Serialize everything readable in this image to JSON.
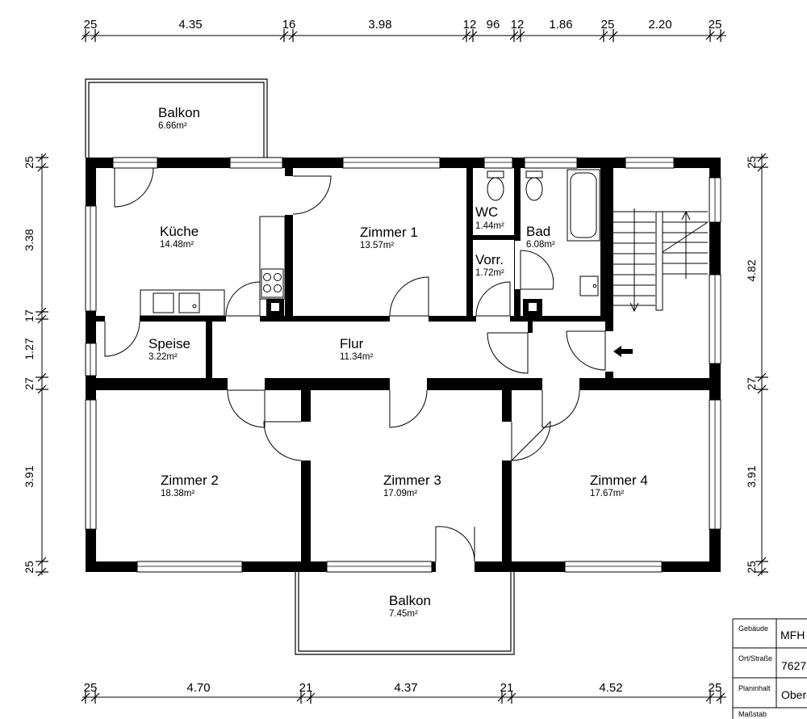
{
  "rooms": {
    "balkon_top": {
      "name": "Balkon",
      "area": "6.66m²"
    },
    "kueche": {
      "name": "Küche",
      "area": "14.48m²"
    },
    "zimmer1": {
      "name": "Zimmer 1",
      "area": "13.57m²"
    },
    "wc": {
      "name": "WC",
      "area": "1.44m²"
    },
    "bad": {
      "name": "Bad",
      "area": "6.08m²"
    },
    "vorr": {
      "name": "Vorr.",
      "area": "1.72m²"
    },
    "speise": {
      "name": "Speise",
      "area": "3.22m²"
    },
    "flur": {
      "name": "Flur",
      "area": "11.34m²"
    },
    "zimmer2": {
      "name": "Zimmer 2",
      "area": "18.38m²"
    },
    "zimmer3": {
      "name": "Zimmer 3",
      "area": "17.09m²"
    },
    "zimmer4": {
      "name": "Zimmer 4",
      "area": "17.67m²"
    },
    "balkon_bottom": {
      "name": "Balkon",
      "area": "7.45m²"
    }
  },
  "dimensions": {
    "top": [
      "25",
      "4.35",
      "16",
      "3.98",
      "12",
      "96",
      "12",
      "1.86",
      "25",
      "2.20",
      "25"
    ],
    "bottom": [
      "25",
      "4.70",
      "21",
      "4.37",
      "21",
      "4.52",
      "25"
    ],
    "left": [
      "25",
      "3.38",
      "17",
      "1.27",
      "27",
      "3.91",
      "25"
    ],
    "right": [
      "25",
      "4.82",
      "27",
      "3.91",
      "25"
    ]
  },
  "title_block": {
    "gebaeude_label": "Gebäude",
    "gebaeude_value": "MFH",
    "ort_label": "Ort/Straße",
    "ort_value": "7627",
    "planinhalt_label": "Planinhalt",
    "planinhalt_value": "Oberg",
    "massstab_label": "Maßstab"
  }
}
